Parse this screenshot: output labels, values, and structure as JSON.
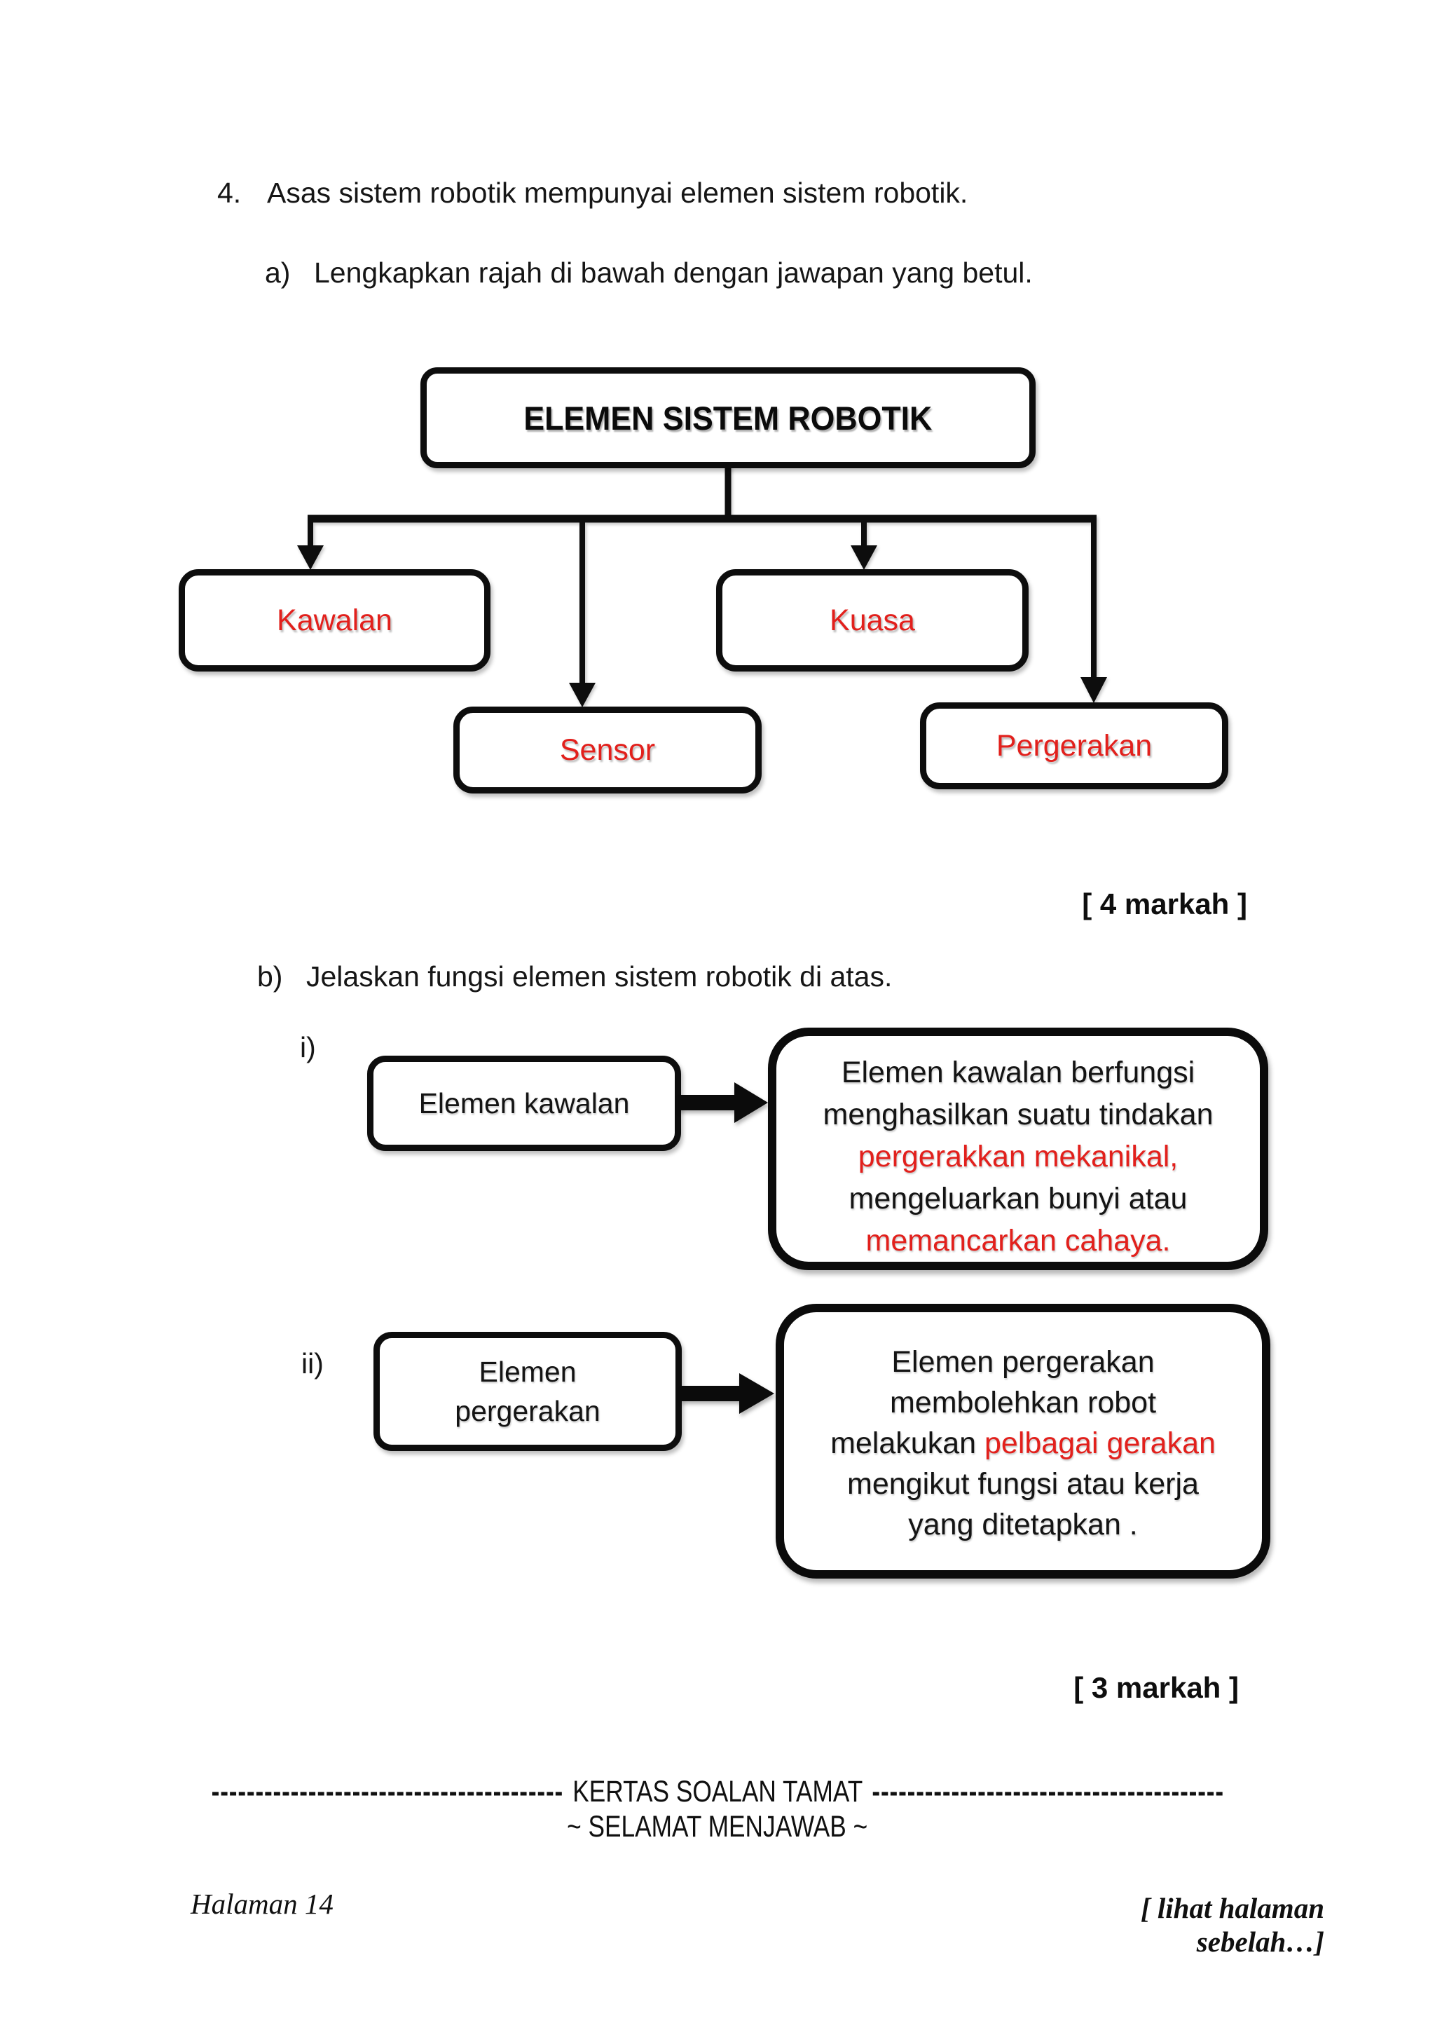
{
  "colors": {
    "red": "#e2201c",
    "ink": "#141414"
  },
  "question": {
    "number": "4.",
    "text": "Asas sistem robotik mempunyai elemen sistem robotik."
  },
  "part_a": {
    "label": "a)",
    "text": "Lengkapkan rajah di bawah dengan jawapan yang betul.",
    "marks": "[ 4 markah ]"
  },
  "diagram": {
    "root": "ELEMEN SISTEM ROBOTIK",
    "children": [
      "Kawalan",
      "Kuasa",
      "Sensor",
      "Pergerakan"
    ]
  },
  "part_b": {
    "label": "b)",
    "text": "Jelaskan fungsi elemen sistem robotik di atas.",
    "marks": "[ 3 markah ]",
    "items": [
      {
        "label": "i)",
        "source_lines": [
          "Elemen kawalan"
        ],
        "lines": [
          {
            "segments": [
              {
                "text": "Elemen kawalan berfungsi",
                "red": false
              }
            ]
          },
          {
            "segments": [
              {
                "text": "menghasilkan suatu tindakan",
                "red": false
              }
            ]
          },
          {
            "segments": [
              {
                "text": "pergerakkan mekanikal,",
                "red": true
              }
            ]
          },
          {
            "segments": [
              {
                "text": "mengeluarkan bunyi atau",
                "red": false
              }
            ]
          },
          {
            "segments": [
              {
                "text": "memancarkan cahaya.",
                "red": true
              }
            ]
          }
        ]
      },
      {
        "label": "ii)",
        "source_lines": [
          "Elemen",
          "pergerakan"
        ],
        "lines": [
          {
            "segments": [
              {
                "text": "Elemen pergerakan",
                "red": false
              }
            ]
          },
          {
            "segments": [
              {
                "text": "membolehkan robot",
                "red": false
              }
            ]
          },
          {
            "segments": [
              {
                "text": "melakukan ",
                "red": false
              },
              {
                "text": "pelbagai gerakan",
                "red": true
              }
            ]
          },
          {
            "segments": [
              {
                "text": "mengikut fungsi atau kerja",
                "red": false
              }
            ]
          },
          {
            "segments": [
              {
                "text": "yang ditetapkan .",
                "red": false
              }
            ]
          }
        ]
      }
    ]
  },
  "footer": {
    "dashes_left": "----------------------------------------",
    "end_text": "KERTAS SOALAN TAMAT",
    "dashes_right": "----------------------------------------",
    "subtext": "~ SELAMAT MENJAWAB ~",
    "page_label": "Halaman 14",
    "next_page_note": "[ lihat halaman sebelah…]"
  }
}
